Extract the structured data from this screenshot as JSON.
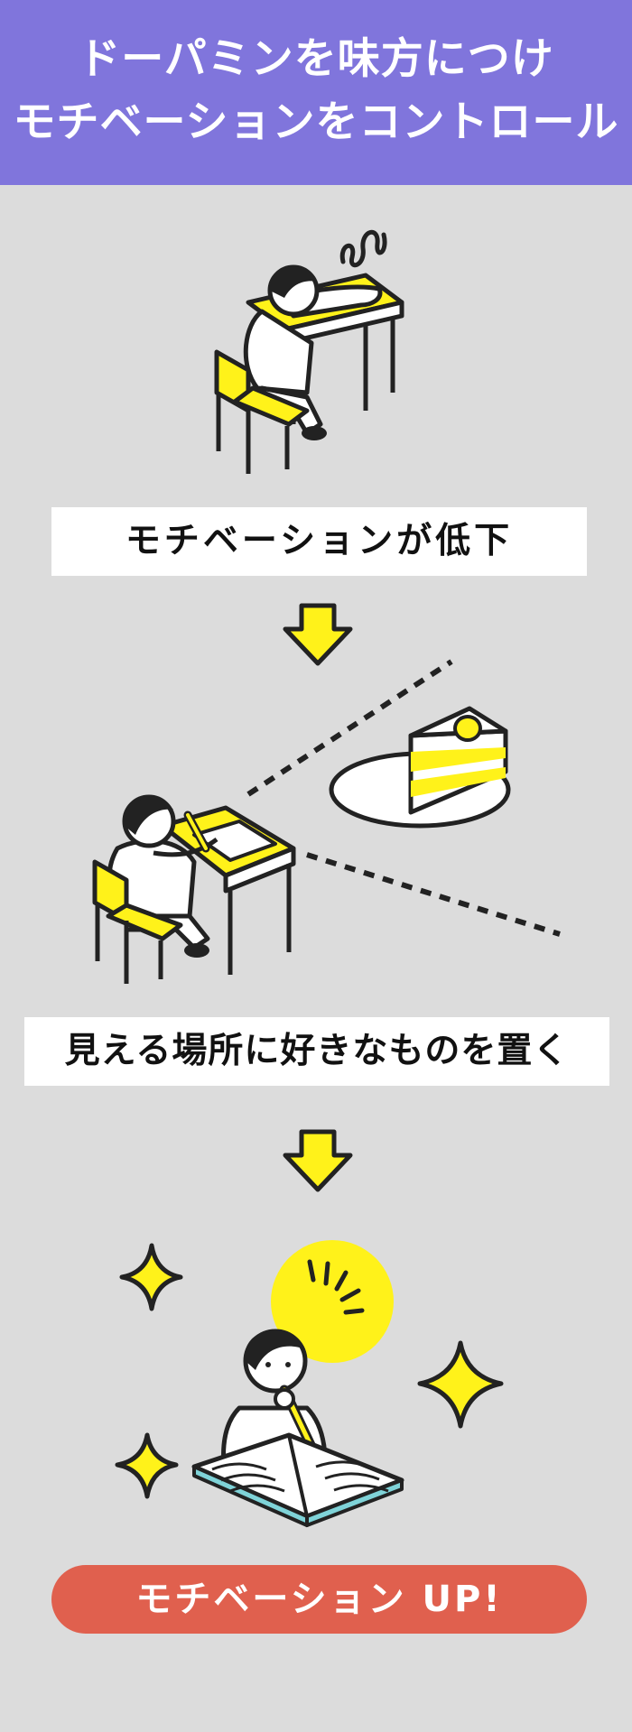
{
  "header": {
    "line1": "ドーパミンを味方につけ",
    "line2": "モチベーションをコントロール"
  },
  "steps": [
    {
      "label": "モチベーションが低下"
    },
    {
      "label": "見える場所に好きなものを置く"
    }
  ],
  "cta": {
    "label": "モチベーション UP!"
  },
  "colors": {
    "header_bg": "#8075dc",
    "background": "#dcdcdc",
    "accent_yellow": "#fff21a",
    "cta_bg": "#e0604e"
  }
}
